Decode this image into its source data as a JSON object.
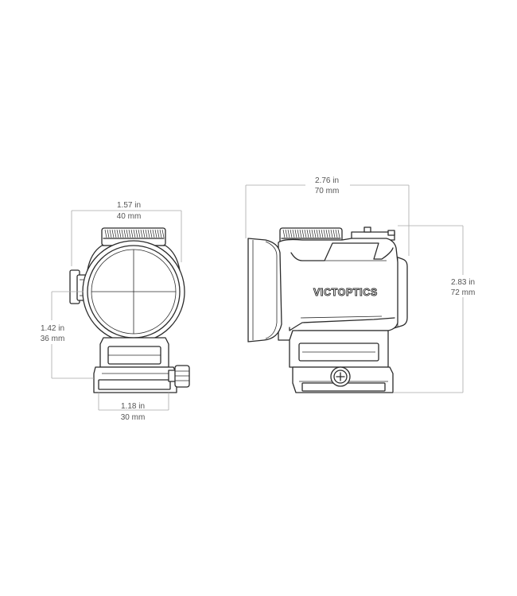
{
  "dimensions": {
    "front_width": {
      "imperial": "1.57 in",
      "metric": "40 mm"
    },
    "front_height": {
      "imperial": "1.42 in",
      "metric": "36 mm"
    },
    "mount_width": {
      "imperial": "1.18 in",
      "metric": "30 mm"
    },
    "side_length": {
      "imperial": "2.76 in",
      "metric": "70 mm"
    },
    "side_height": {
      "imperial": "2.83 in",
      "metric": "72 mm"
    }
  },
  "brand": {
    "logo_text": "VICTOPTICS"
  },
  "colors": {
    "outline": "#2b2b2b",
    "dimension_line": "#a9a9a9",
    "dimension_text": "#555555",
    "background": "#ffffff"
  }
}
